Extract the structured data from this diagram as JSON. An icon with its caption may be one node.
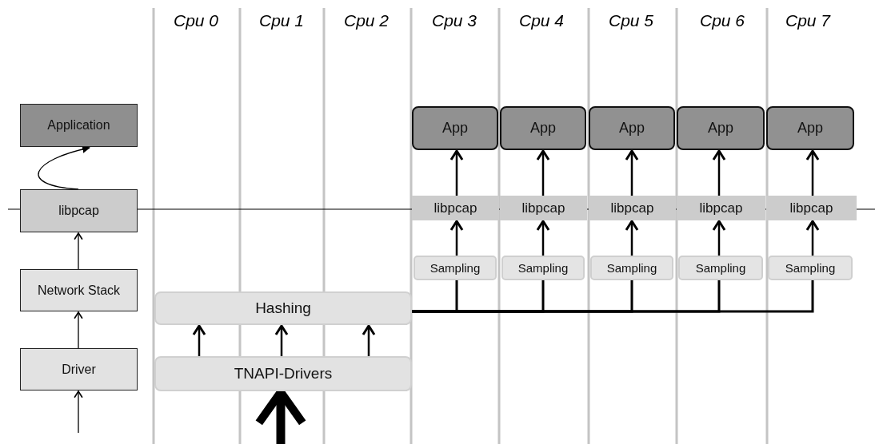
{
  "diagram": {
    "nodes": [
      {
        "text": [
          "Application"
        ]
      },
      {
        "text": [
          "libpcap"
        ]
      },
      {
        "text": [
          "Network Stack"
        ]
      },
      {
        "text": [
          "Driver"
        ]
      },
      {
        "text": [
          "Hashing"
        ]
      },
      {
        "text": [
          "TNAPI-Drivers"
        ]
      },
      {
        "text": [
          "App"
        ]
      },
      {
        "text": [
          "App"
        ]
      },
      {
        "text": [
          "App"
        ]
      },
      {
        "text": [
          "App"
        ]
      },
      {
        "text": [
          "App"
        ]
      },
      {
        "text": [
          "libpcap"
        ]
      },
      {
        "text": [
          "libpcap"
        ]
      },
      {
        "text": [
          "libpcap"
        ]
      },
      {
        "text": [
          "libpcap"
        ]
      },
      {
        "text": [
          "libpcap"
        ]
      },
      {
        "text": [
          "Sampling"
        ]
      },
      {
        "text": [
          "Sampling"
        ]
      },
      {
        "text": [
          "Sampling"
        ]
      },
      {
        "text": [
          "Sampling"
        ]
      },
      {
        "text": [
          "Sampling"
        ]
      }
    ],
    "edges": [
      {
        "from": null,
        "to": 3,
        "arrow": "to"
      },
      {
        "from": 3,
        "to": 2,
        "arrow": "to"
      },
      {
        "from": 2,
        "to": 1,
        "arrow": "to"
      },
      {
        "from": 1,
        "to": 0,
        "arrow": "to"
      },
      {
        "from": null,
        "to": 5,
        "arrow": "to",
        "style": "thick"
      },
      {
        "from": 5,
        "to": 4,
        "arrow": "to"
      },
      {
        "from": 5,
        "to": 4,
        "arrow": "to"
      },
      {
        "from": 5,
        "to": 4,
        "arrow": "to"
      },
      {
        "from": 4,
        "to": 16,
        "arrow": "none"
      },
      {
        "from": 4,
        "to": 17,
        "arrow": "none"
      },
      {
        "from": 4,
        "to": 18,
        "arrow": "none"
      },
      {
        "from": 4,
        "to": 19,
        "arrow": "none"
      },
      {
        "from": 4,
        "to": 20,
        "arrow": "none"
      },
      {
        "from": 16,
        "to": 11,
        "arrow": "to"
      },
      {
        "from": 17,
        "to": 12,
        "arrow": "to"
      },
      {
        "from": 18,
        "to": 13,
        "arrow": "to"
      },
      {
        "from": 19,
        "to": 14,
        "arrow": "to"
      },
      {
        "from": 20,
        "to": 15,
        "arrow": "to"
      },
      {
        "from": 11,
        "to": 6,
        "arrow": "to"
      },
      {
        "from": 12,
        "to": 7,
        "arrow": "to"
      },
      {
        "from": 13,
        "to": 8,
        "arrow": "to"
      },
      {
        "from": 14,
        "to": 9,
        "arrow": "to"
      },
      {
        "from": 15,
        "to": 10,
        "arrow": "to"
      }
    ],
    "labels": [
      "Cpu 0",
      "Cpu 1",
      "Cpu 2",
      "Cpu 3",
      "Cpu 4",
      "Cpu 5",
      "Cpu 6",
      "Cpu 7"
    ]
  }
}
